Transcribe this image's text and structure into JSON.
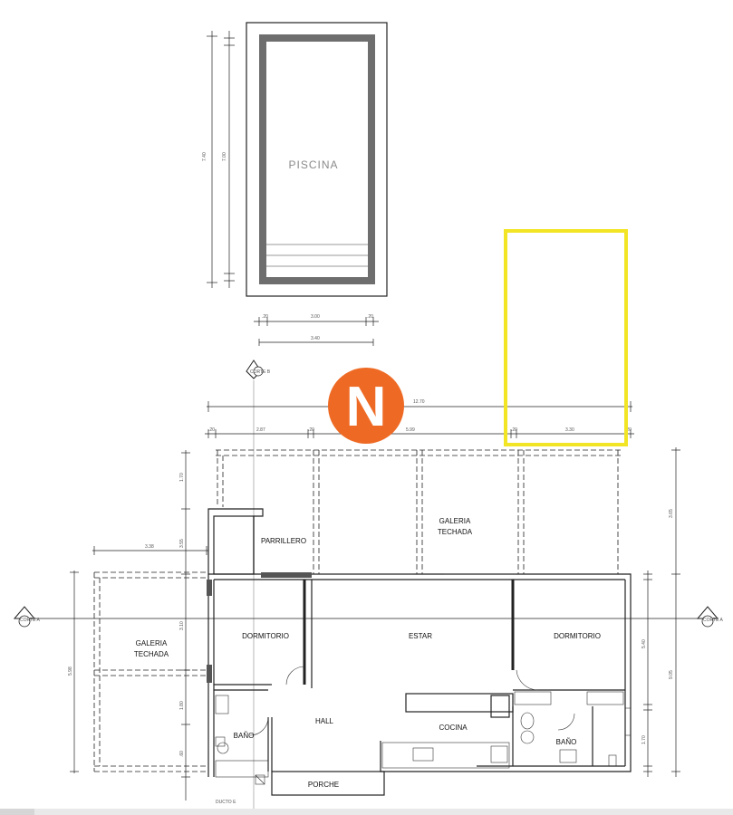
{
  "rooms": {
    "piscina": "PISCINA",
    "parrillero": "PARRILLERO",
    "galeria_top_1": "GALERIA",
    "galeria_top_2": "TECHADA",
    "galeria_left_1": "GALERIA",
    "galeria_left_2": "TECHADA",
    "dormitorio_left": "DORMITORIO",
    "estar": "ESTAR",
    "dormitorio_right": "DORMITORIO",
    "hall": "HALL",
    "cocina": "COCINA",
    "bano_left": "BAÑO",
    "bano_right": "BAÑO",
    "porche": "PORCHE",
    "ducto": "DUCTO E"
  },
  "compass": {
    "letter": "N",
    "color": "#EE6A24"
  },
  "highlight": {
    "color": "#F2E526"
  },
  "dimensions": {
    "pool_h_outer": "7.40",
    "pool_h_inner": "7.00",
    "pool_w_small_left": ".20",
    "pool_w_inner": "3.00",
    "pool_w_small_right": ".20",
    "pool_w_outer": "3.40",
    "total_width": "12.70",
    "seg_1": ".20",
    "seg_2": "2.87",
    "seg_3": ".20",
    "seg_4": "5.99",
    "seg_5": ".20",
    "seg_6": "3.30",
    "seg_7": ".20",
    "left_gallery_w": "3.38",
    "left_gallery_h": "5.98",
    "right_top": "3.65",
    "right_mid": "5.40",
    "right_total": "9.05",
    "right_small": "1.70",
    "left_v1": "1.70",
    "left_v2": "3.55",
    "left_v3": "3.10",
    "left_v4": "1.80",
    "left_v5": ".60"
  },
  "section_markers": {
    "left": "CORTE A",
    "right": "CORTE A",
    "top": "CORTE B"
  }
}
